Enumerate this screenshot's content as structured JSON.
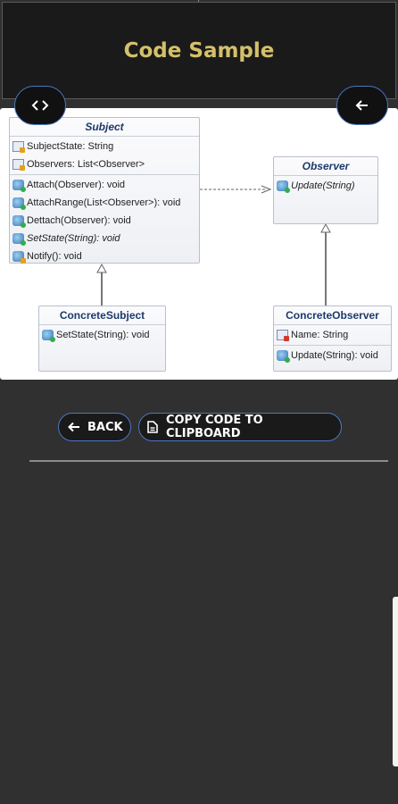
{
  "header": {
    "title": "Code Sample"
  },
  "toolbar": {
    "code_icon": "code-icon",
    "back_icon": "arrow-left-icon"
  },
  "diagram": {
    "subject": {
      "name": "Subject",
      "fields": [
        "SubjectState: String",
        "Observers: List<Observer>"
      ],
      "methods": [
        "Attach(Observer): void",
        "AttachRange(List<Observer>): void",
        "Dettach(Observer): void",
        "SetState(String): void",
        "Notify(): void"
      ]
    },
    "observer": {
      "name": "Observer",
      "methods": [
        "Update(String)"
      ]
    },
    "concrete_subject": {
      "name": "ConcreteSubject",
      "methods": [
        "SetState(String): void"
      ]
    },
    "concrete_observer": {
      "name": "ConcreteObserver",
      "fields": [
        "Name: String"
      ],
      "methods": [
        "Update(String): void"
      ]
    }
  },
  "actions": {
    "back_label": "BACK",
    "copy_label": "COPY CODE TO CLIPBOARD"
  },
  "colors": {
    "title": "#d4c06a",
    "accent": "#4a78c2",
    "background": "#303030"
  }
}
